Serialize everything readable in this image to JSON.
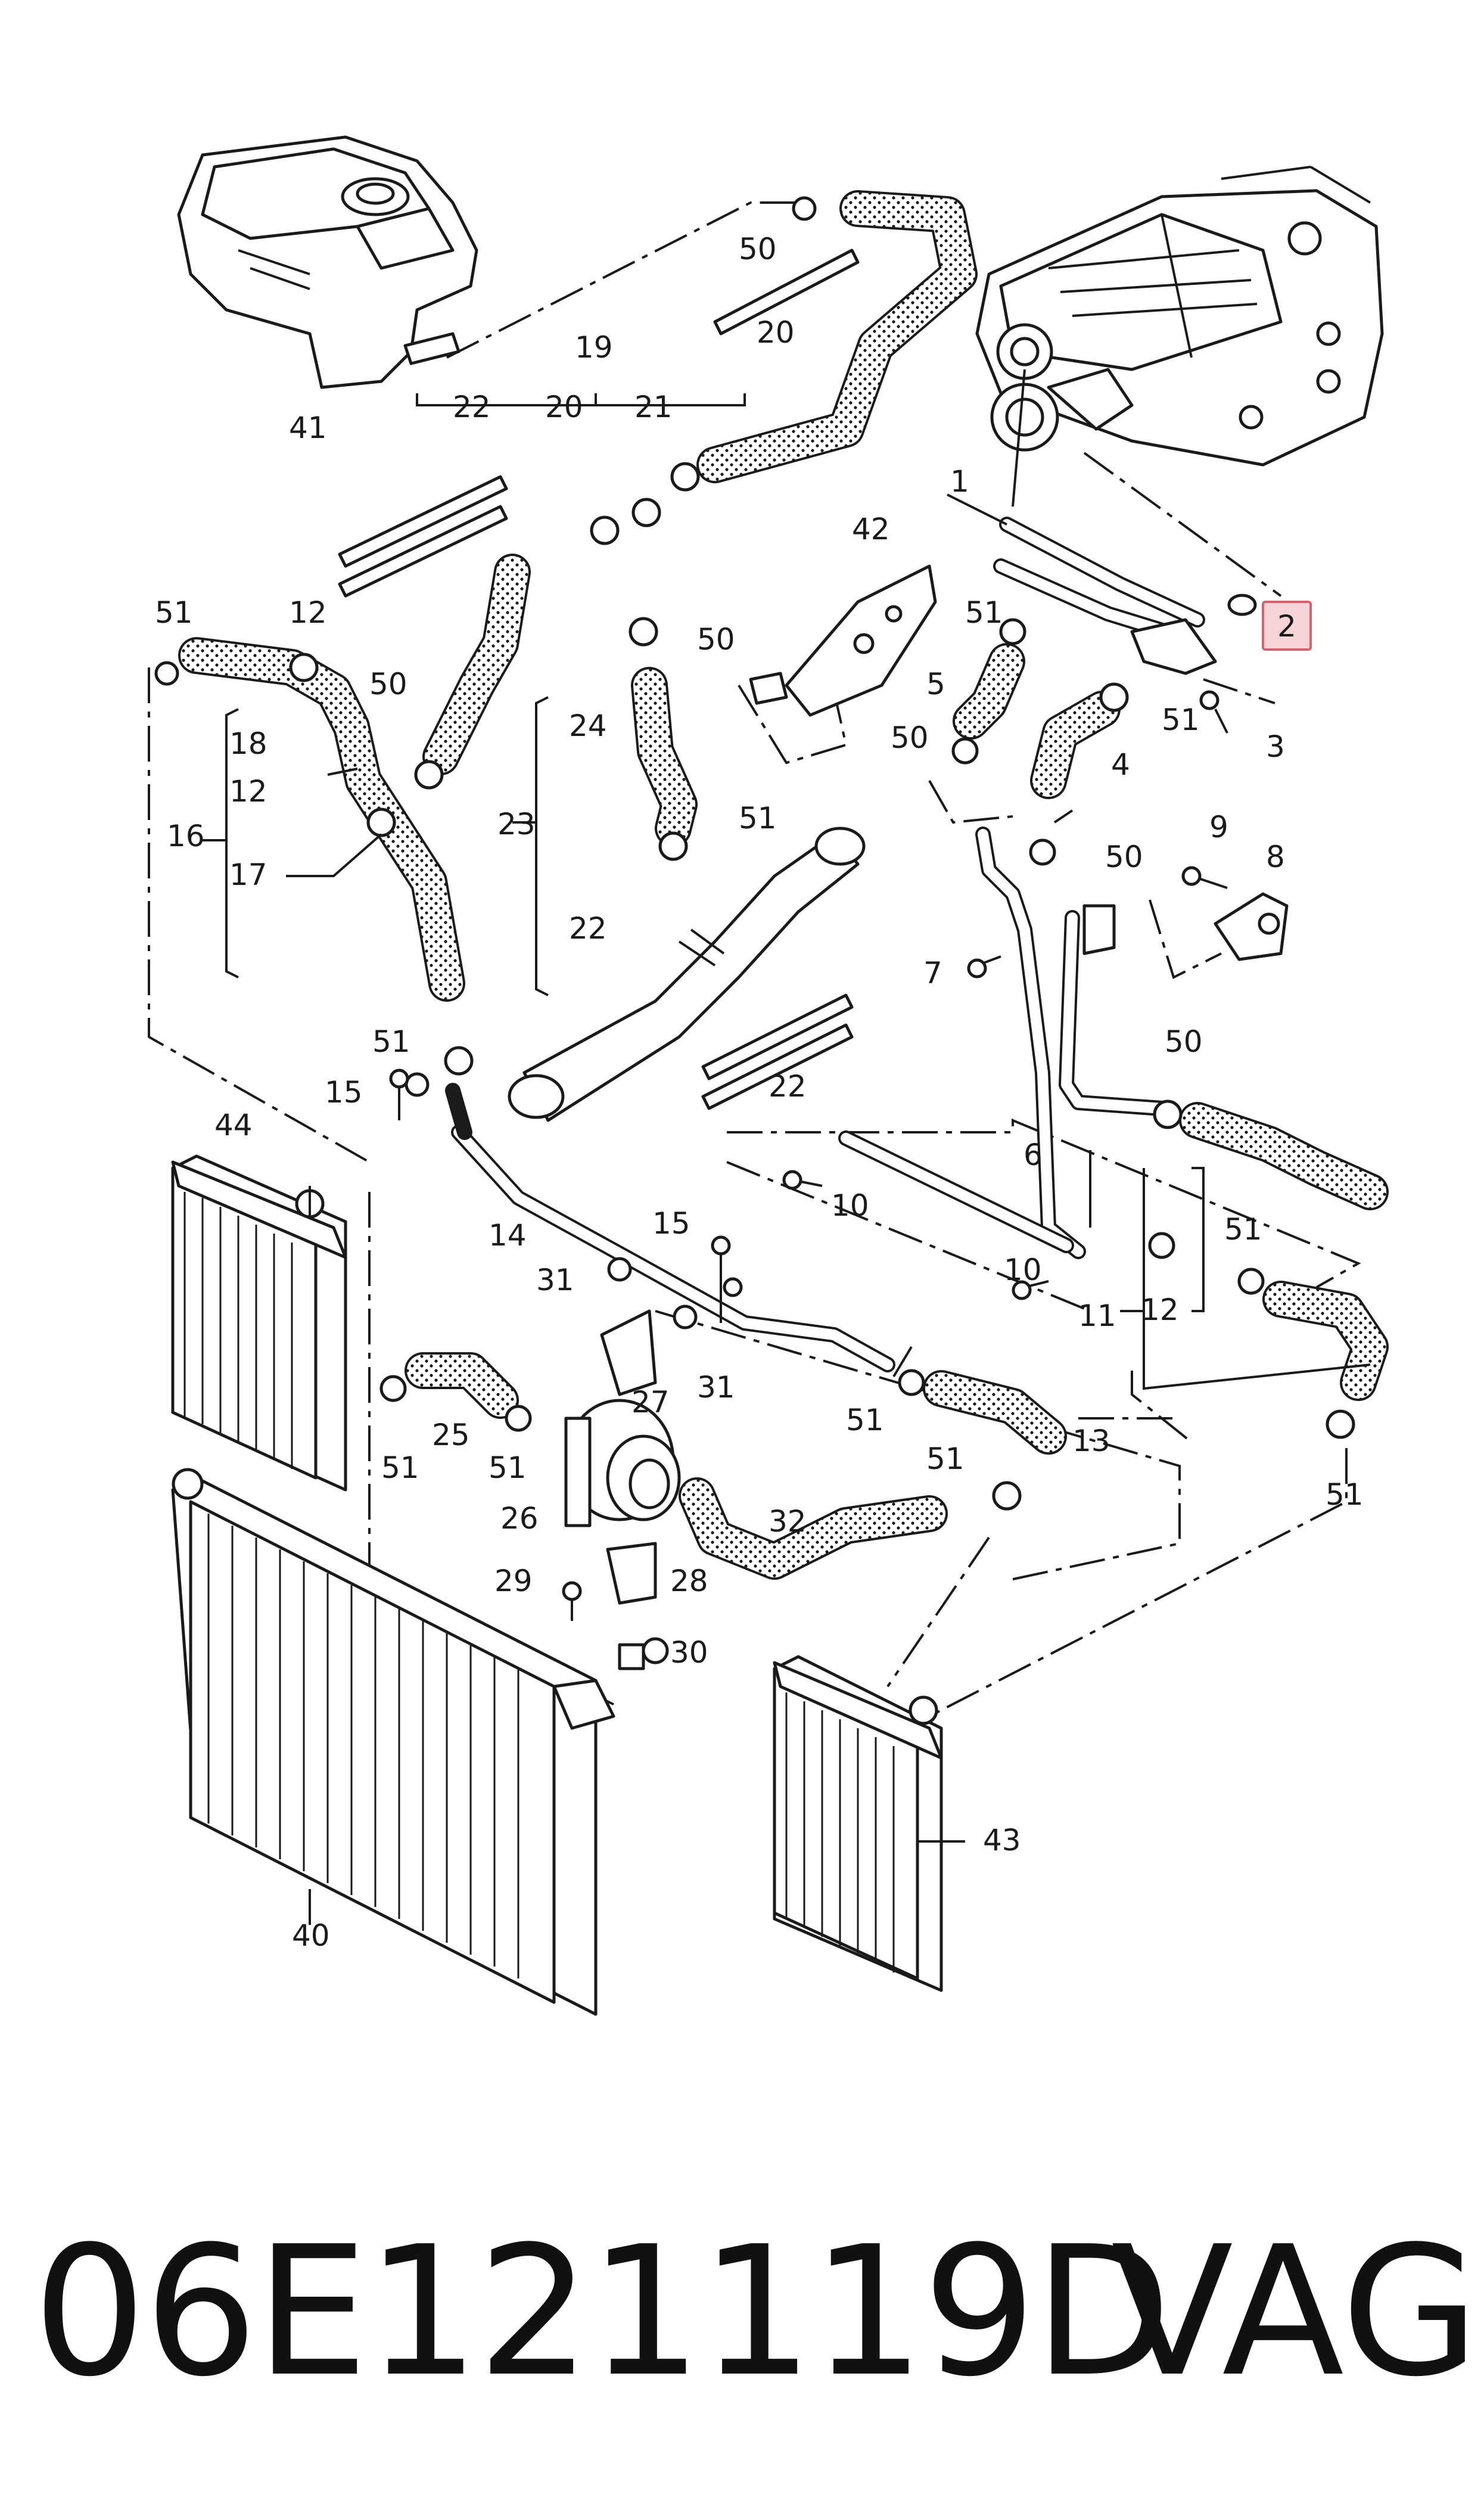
{
  "footer": {
    "part_number": "06E121119D",
    "brand": "VAG"
  },
  "highlight": {
    "label": "2",
    "fill": "#f6d3d6",
    "stroke": "#d9606c"
  },
  "callouts": [
    {
      "id": "c1",
      "text": "1"
    },
    {
      "id": "c3",
      "text": "3"
    },
    {
      "id": "c4",
      "text": "4"
    },
    {
      "id": "c5",
      "text": "5"
    },
    {
      "id": "c6",
      "text": "6"
    },
    {
      "id": "c7",
      "text": "7"
    },
    {
      "id": "c8",
      "text": "8"
    },
    {
      "id": "c9",
      "text": "9"
    },
    {
      "id": "c10a",
      "text": "10"
    },
    {
      "id": "c10b",
      "text": "10"
    },
    {
      "id": "c11",
      "text": "11"
    },
    {
      "id": "c12a",
      "text": "12"
    },
    {
      "id": "c12b",
      "text": "12"
    },
    {
      "id": "c12c",
      "text": "12"
    },
    {
      "id": "c13",
      "text": "13"
    },
    {
      "id": "c14",
      "text": "14"
    },
    {
      "id": "c15a",
      "text": "15"
    },
    {
      "id": "c15b",
      "text": "15"
    },
    {
      "id": "c16",
      "text": "16"
    },
    {
      "id": "c17",
      "text": "17"
    },
    {
      "id": "c18",
      "text": "18"
    },
    {
      "id": "c19",
      "text": "19"
    },
    {
      "id": "c20a",
      "text": "20"
    },
    {
      "id": "c20b",
      "text": "20"
    },
    {
      "id": "c21",
      "text": "21"
    },
    {
      "id": "c22a",
      "text": "22"
    },
    {
      "id": "c22b",
      "text": "22"
    },
    {
      "id": "c22c",
      "text": "22"
    },
    {
      "id": "c23",
      "text": "23"
    },
    {
      "id": "c24",
      "text": "24"
    },
    {
      "id": "c25",
      "text": "25"
    },
    {
      "id": "c26",
      "text": "26"
    },
    {
      "id": "c27",
      "text": "27"
    },
    {
      "id": "c28",
      "text": "28"
    },
    {
      "id": "c29",
      "text": "29"
    },
    {
      "id": "c30",
      "text": "30"
    },
    {
      "id": "c31a",
      "text": "31"
    },
    {
      "id": "c31b",
      "text": "31"
    },
    {
      "id": "c32",
      "text": "32"
    },
    {
      "id": "c40",
      "text": "40"
    },
    {
      "id": "c41",
      "text": "41"
    },
    {
      "id": "c42",
      "text": "42"
    },
    {
      "id": "c43",
      "text": "43"
    },
    {
      "id": "c44",
      "text": "44"
    },
    {
      "id": "c50a",
      "text": "50"
    },
    {
      "id": "c50b",
      "text": "50"
    },
    {
      "id": "c50c",
      "text": "50"
    },
    {
      "id": "c50d",
      "text": "50"
    },
    {
      "id": "c50e",
      "text": "50"
    },
    {
      "id": "c50f",
      "text": "50"
    },
    {
      "id": "c51a",
      "text": "51"
    },
    {
      "id": "c51b",
      "text": "51"
    },
    {
      "id": "c51c",
      "text": "51"
    },
    {
      "id": "c51d",
      "text": "51"
    },
    {
      "id": "c51e",
      "text": "51"
    },
    {
      "id": "c51f",
      "text": "51"
    },
    {
      "id": "c51g",
      "text": "51"
    },
    {
      "id": "c51h",
      "text": "51"
    },
    {
      "id": "c51i",
      "text": "51"
    },
    {
      "id": "c51j",
      "text": "51"
    },
    {
      "id": "c51k",
      "text": "51"
    }
  ]
}
